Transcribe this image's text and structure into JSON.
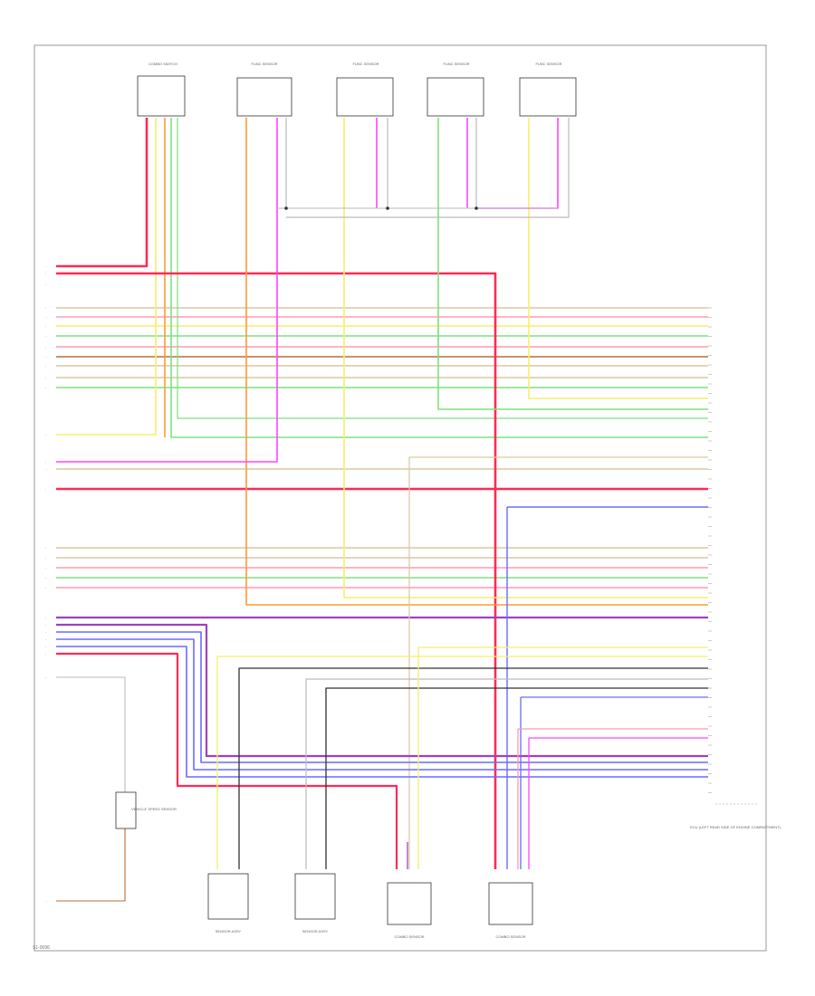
{
  "footer": {
    "figure_label": "S1-0096"
  },
  "unit_label": "ECU (LEFT REAR SIDE OF ENGINE COMPARTMENT)",
  "components": [
    {
      "id": "c1",
      "label": "COMBO SWITCH"
    },
    {
      "id": "c2",
      "label": "FUNC SENSOR"
    },
    {
      "id": "c3",
      "label": "FUNC SENSOR"
    },
    {
      "id": "c4",
      "label": "FUNC SENSOR"
    },
    {
      "id": "c5",
      "label": "FUNC SENSOR"
    },
    {
      "id": "c6",
      "label": "SENSOR ASSY"
    },
    {
      "id": "c7",
      "label": "SENSOR ASSY"
    },
    {
      "id": "c8",
      "label": "COMBO SENSOR"
    },
    {
      "id": "c9",
      "label": "COMBO SENSOR"
    },
    {
      "id": "c10",
      "label": "VEHICLE SPEED SENSOR"
    }
  ],
  "colors": {
    "red": "#ff2a55",
    "pink": "#ff9ab0",
    "orange": "#ff9a33",
    "yellow": "#f5ef6a",
    "green": "#7ee07e",
    "tan": "#d9c9a0",
    "magenta": "#ff44ff",
    "violet": "#a040c0",
    "blue": "#6a6aff",
    "black": "#333333",
    "gray": "#bbbbbb",
    "brown": "#b07040"
  }
}
